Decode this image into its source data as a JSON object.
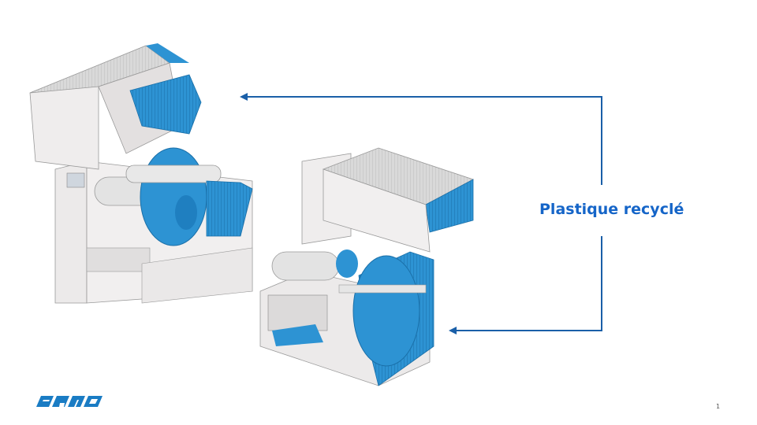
{
  "slide": {
    "label": "Plastique recyclé",
    "page_number": "1",
    "logo_text": "SATO"
  },
  "colors": {
    "accent": "#1565c8",
    "arrow": "#1a5fa8",
    "recycled_plastic": "#2d93d3",
    "body_grey": "#e6e3e3"
  }
}
